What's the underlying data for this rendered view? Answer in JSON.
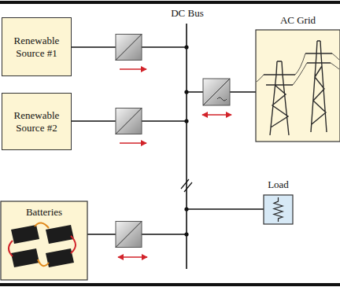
{
  "diagram": {
    "nodes": [
      {
        "text": [
          "Renewable Source #1"
        ]
      },
      {
        "text": [
          "AC Grid"
        ]
      },
      {
        "text": [
          "Renewable Source #2"
        ]
      },
      {
        "text": [
          "Load"
        ]
      },
      {
        "text": [
          "Batteries"
        ]
      }
    ],
    "labels": [
      "DC Bus"
    ]
  }
}
